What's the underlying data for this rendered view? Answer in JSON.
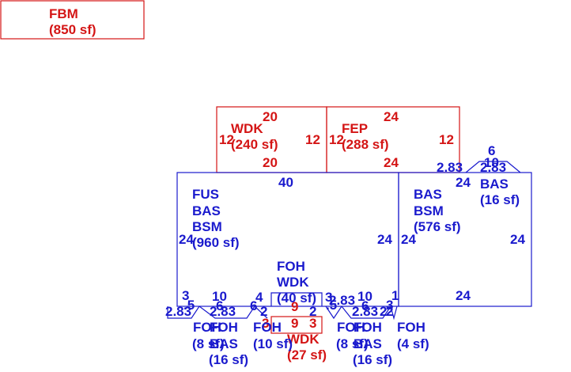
{
  "colors": {
    "blue": "#1a1acd",
    "red": "#d41515"
  },
  "fbm": {
    "code": "FBM",
    "area": "(850 sf)"
  },
  "wdk_top": {
    "code": "WDK",
    "area": "(240 sf)",
    "dim_top": "20",
    "dim_bottom": "20",
    "dim_left": "12",
    "dim_right": "12"
  },
  "fep": {
    "code": "FEP",
    "area": "(288 sf)",
    "dim_top": "24",
    "dim_bottom": "24",
    "dim_left": "12",
    "dim_right": "12"
  },
  "main": {
    "l1": "FUS",
    "l2": "BAS",
    "l3": "BSM",
    "area": "(960 sf)",
    "dim_top": "40",
    "dim_left": "24",
    "dim_right": "24"
  },
  "bsm_right": {
    "l1": "BAS",
    "l2": "BSM",
    "area": "(576 sf)",
    "dim_left": "24",
    "dim_right": "24",
    "dim_bottom": "24",
    "dim_top": "24"
  },
  "bay": {
    "code": "BAS",
    "area": "(16 sf)",
    "d_top": "6",
    "d_mid": "10",
    "d_left": "2.83",
    "d_right": "2.83"
  },
  "foh_wdk": {
    "l1": "FOH",
    "l2": "WDK",
    "area": "(40 sf)",
    "d_left": "4",
    "d_right": "3"
  },
  "wdk_small": {
    "code": "WDK",
    "area": "(27 sf)",
    "d_top": "9",
    "d_mid": "9",
    "d_left": "3",
    "d_right": "3"
  },
  "bottom_dims": {
    "a1": "3",
    "a2": ".5",
    "a3": "2.83",
    "a4": "10",
    "a5": "6",
    "a6": "2.83",
    "a7": "6",
    "a8": "2",
    "a9": "2",
    "b1": ".5",
    "b2": "2.83",
    "b3": "10",
    "b4": "6",
    "b5": "2.83",
    "b6": "2",
    "b7": "1",
    "b8": "3",
    "b9": "2"
  },
  "bottom_labels": {
    "foh1": "FOH",
    "foh1_area": "(8 sf)",
    "foh2": "FOH",
    "bas1": "BAS",
    "bas1_area": "(16 sf)",
    "foh3": "FOH",
    "foh3_area": "(10 sf)",
    "foh4": "FOH",
    "foh4_area": "(8 sf)",
    "foh5": "FOH",
    "bas2": "BAS",
    "bas2_area": "(16 sf)",
    "foh6": "FOH",
    "foh6_area": "(4 sf)"
  }
}
